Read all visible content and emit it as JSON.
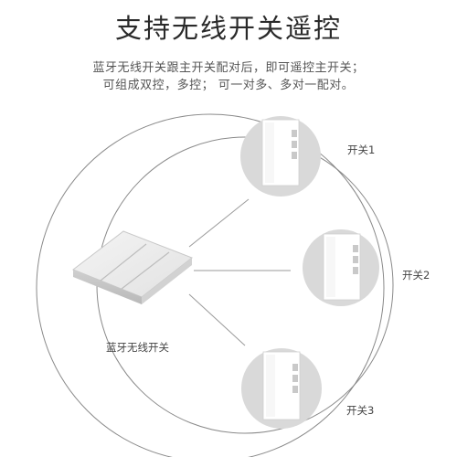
{
  "title": "支持无线开关遥控",
  "description": {
    "line1": "蓝牙无线开关跟主开关配对后，即可遥控主开关；",
    "line2": "可组成双控，多控； 可一对多、多对一配对。"
  },
  "remote": {
    "label": "蓝牙无线开关"
  },
  "switches": [
    {
      "label": "开关1"
    },
    {
      "label": "开关2"
    },
    {
      "label": "开关3"
    }
  ]
}
